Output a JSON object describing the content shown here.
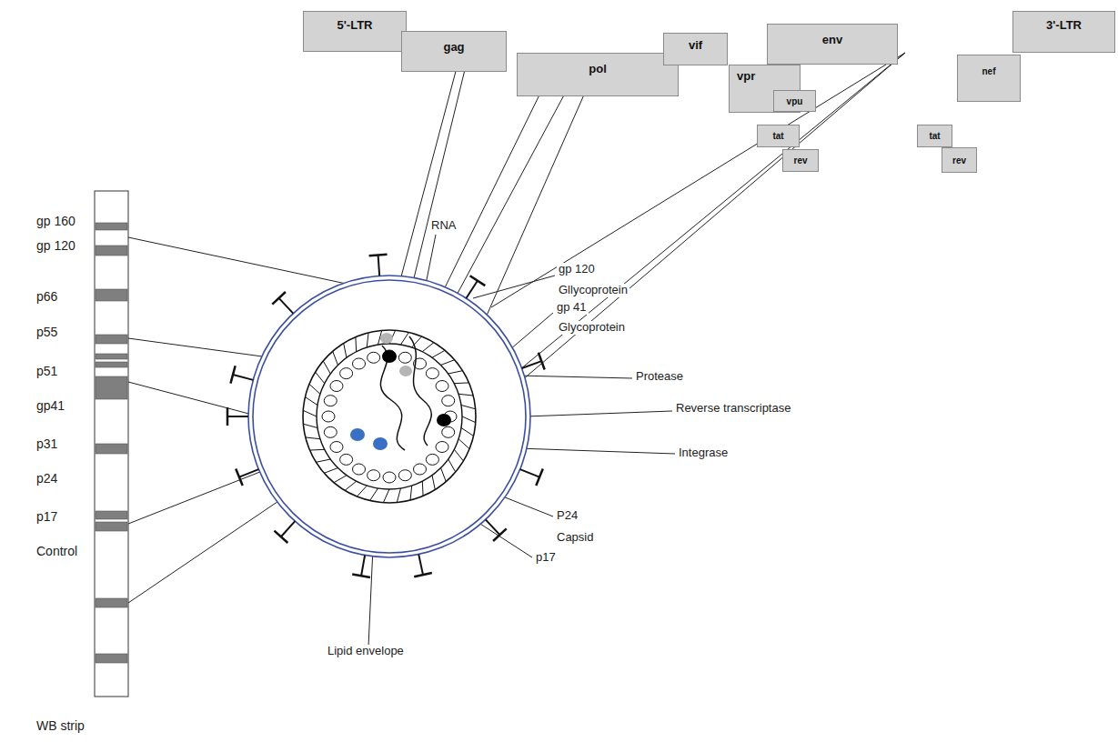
{
  "diagram": {
    "nodes": [
      {
        "text": [
          "5'-LTR"
        ]
      },
      {
        "text": [
          "gag"
        ]
      },
      {
        "text": [
          "pol"
        ]
      },
      {
        "text": [
          "vif"
        ]
      },
      {
        "text": [
          "env"
        ]
      },
      {
        "text": [
          "vpr"
        ]
      },
      {
        "text": [
          "vpu"
        ]
      },
      {
        "text": [
          "tat"
        ]
      },
      {
        "text": [
          "rev"
        ]
      },
      {
        "text": [
          "3'-LTR"
        ]
      },
      {
        "text": [
          "nef"
        ]
      },
      {
        "text": [
          "tat"
        ]
      },
      {
        "text": [
          "rev"
        ]
      }
    ],
    "labels": [
      "gp 160",
      "gp 120",
      "p66",
      "p55",
      "p51",
      "gp41",
      "p31",
      "p24",
      "p17",
      "Control",
      "WB strip",
      "RNA",
      "gp 120",
      "Gllycoprotein",
      "gp 41",
      "Glycoprotein",
      "Protease",
      "Reverse transcriptase",
      "Integrase",
      "P24",
      "Capsid",
      "p17",
      "Lipid envelope"
    ]
  }
}
